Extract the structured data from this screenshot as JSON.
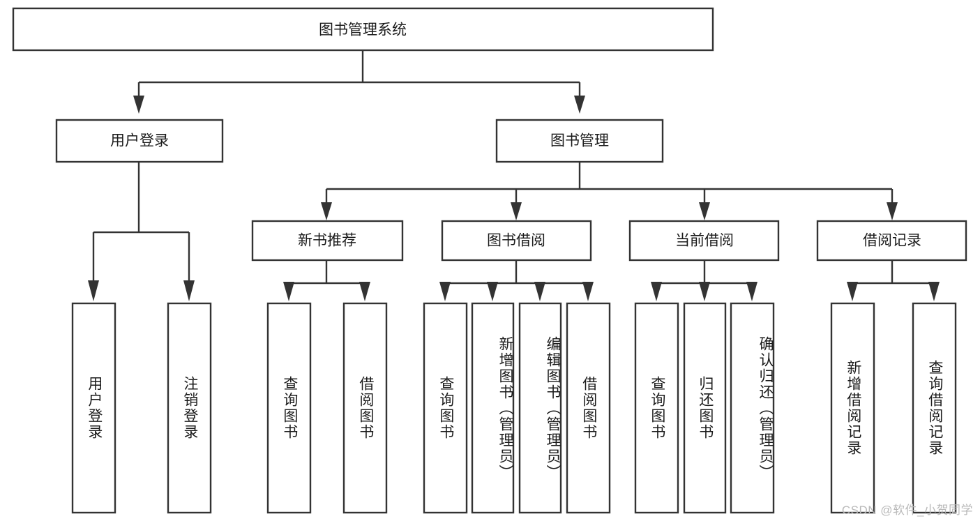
{
  "diagram": {
    "type": "tree-hierarchy",
    "title": "图书管理系统",
    "background_color": "#ffffff",
    "line_color": "#333333",
    "text_color": "#1b1b1b",
    "root": {
      "label": "图书管理系统",
      "orientation": "horizontal"
    },
    "level2": [
      {
        "label": "用户登录",
        "orientation": "horizontal"
      },
      {
        "label": "图书管理",
        "orientation": "horizontal"
      }
    ],
    "level3": [
      {
        "label": "新书推荐",
        "orientation": "horizontal"
      },
      {
        "label": "图书借阅",
        "orientation": "horizontal"
      },
      {
        "label": "当前借阅",
        "orientation": "horizontal"
      },
      {
        "label": "借阅记录",
        "orientation": "horizontal"
      }
    ],
    "leaves": {
      "user_login": [
        {
          "label": "用户登录",
          "orientation": "vertical"
        },
        {
          "label": "注销登录",
          "orientation": "vertical"
        }
      ],
      "new_book_recommend": [
        {
          "label": "查询图书",
          "orientation": "vertical"
        },
        {
          "label": "借阅图书",
          "orientation": "vertical"
        }
      ],
      "book_borrow": [
        {
          "label": "查询图书",
          "orientation": "vertical"
        },
        {
          "label": "新增图书（管理员）",
          "orientation": "vertical"
        },
        {
          "label": "编辑图书（管理员）",
          "orientation": "vertical"
        },
        {
          "label": "借阅图书",
          "orientation": "vertical"
        }
      ],
      "current_borrow": [
        {
          "label": "查询图书",
          "orientation": "vertical"
        },
        {
          "label": "归还图书",
          "orientation": "vertical"
        },
        {
          "label": "确认归还（管理员）",
          "orientation": "vertical"
        }
      ],
      "borrow_record": [
        {
          "label": "新增借阅记录",
          "orientation": "vertical"
        },
        {
          "label": "查询借阅记录",
          "orientation": "vertical"
        }
      ]
    }
  },
  "watermark": {
    "text": "CSDN @软件_小贺同学"
  }
}
